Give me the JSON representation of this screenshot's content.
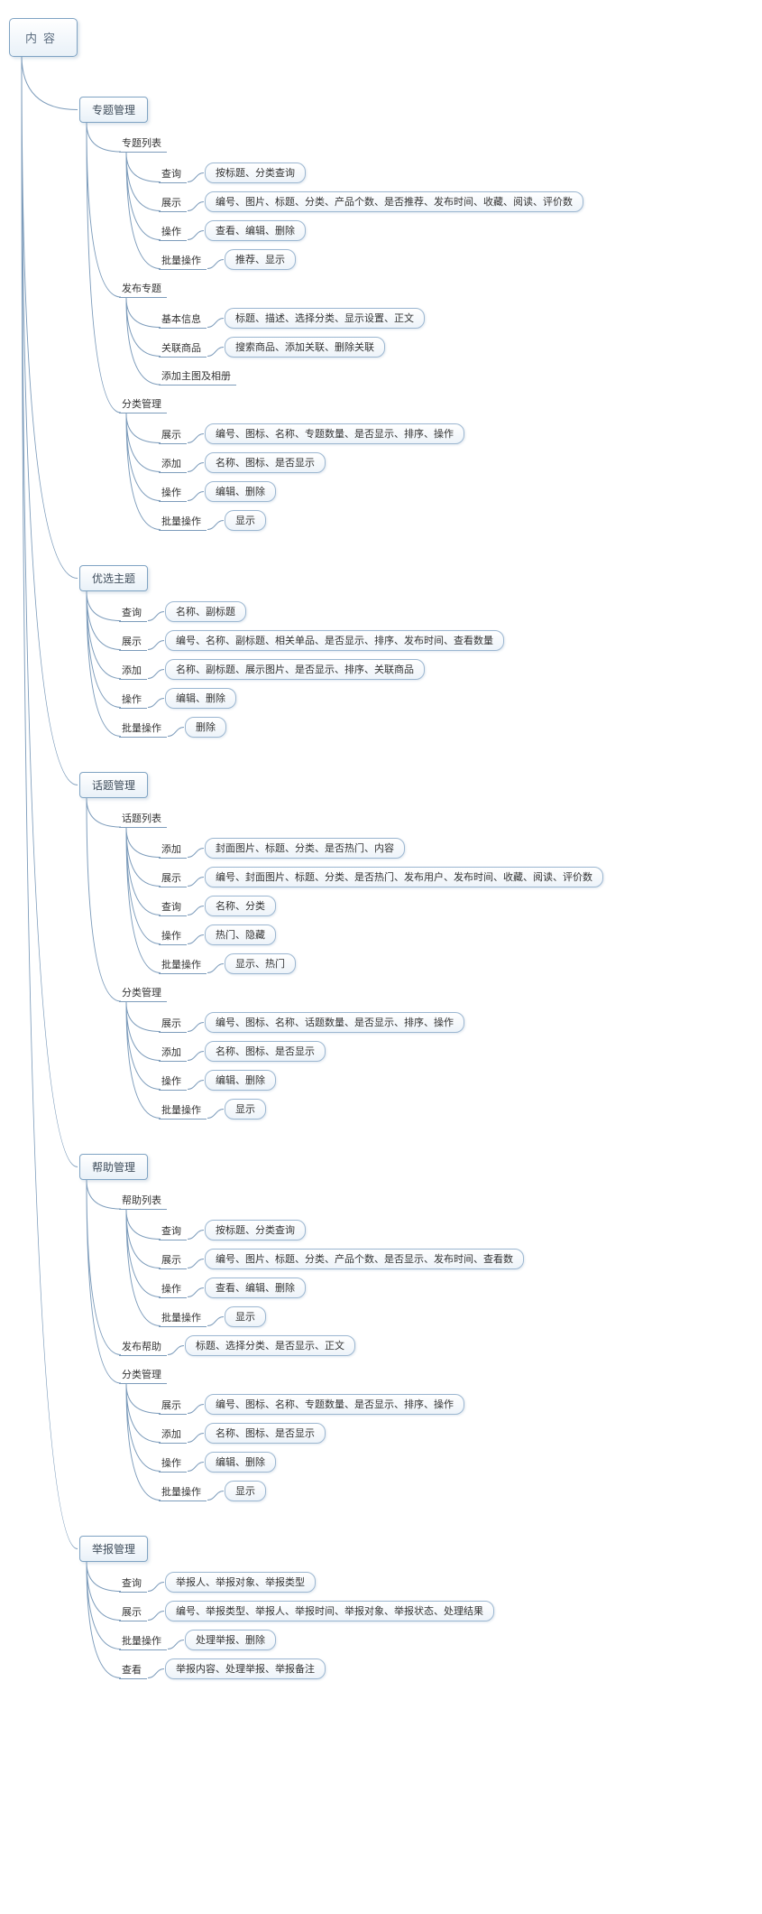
{
  "colors": {
    "line": "#7d9cbb",
    "box_border": "#7fa3c3",
    "box_fill": "#e9f1f8",
    "text": "#333333"
  },
  "tree": {
    "label": "内容",
    "type": "root",
    "children": [
      {
        "label": "专题管理",
        "type": "box",
        "children": [
          {
            "label": "专题列表",
            "type": "label",
            "children": [
              {
                "label": "查询",
                "type": "label",
                "pill": "按标题、分类查询"
              },
              {
                "label": "展示",
                "type": "label",
                "pill": "编号、图片、标题、分类、产品个数、是否推荐、发布时间、收藏、阅读、评价数"
              },
              {
                "label": "操作",
                "type": "label",
                "pill": "查看、编辑、删除"
              },
              {
                "label": "批量操作",
                "type": "label",
                "pill": "推荐、显示"
              }
            ]
          },
          {
            "label": "发布专题",
            "type": "label",
            "children": [
              {
                "label": "基本信息",
                "type": "label",
                "pill": "标题、描述、选择分类、显示设置、正文"
              },
              {
                "label": "关联商品",
                "type": "label",
                "pill": "搜索商品、添加关联、删除关联"
              },
              {
                "label": "添加主图及相册",
                "type": "label"
              }
            ]
          },
          {
            "label": "分类管理",
            "type": "label",
            "children": [
              {
                "label": "展示",
                "type": "label",
                "pill": "编号、图标、名称、专题数量、是否显示、排序、操作"
              },
              {
                "label": "添加",
                "type": "label",
                "pill": "名称、图标、是否显示"
              },
              {
                "label": "操作",
                "type": "label",
                "pill": "编辑、删除"
              },
              {
                "label": "批量操作",
                "type": "label",
                "pill": "显示"
              }
            ]
          }
        ]
      },
      {
        "label": "优选主题",
        "type": "box",
        "children": [
          {
            "label": "查询",
            "type": "label",
            "pill": "名称、副标题"
          },
          {
            "label": "展示",
            "type": "label",
            "pill": "编号、名称、副标题、相关单品、是否显示、排序、发布时间、查看数量"
          },
          {
            "label": "添加",
            "type": "label",
            "pill": "名称、副标题、展示图片、是否显示、排序、关联商品"
          },
          {
            "label": "操作",
            "type": "label",
            "pill": "编辑、删除"
          },
          {
            "label": "批量操作",
            "type": "label",
            "pill": "删除"
          }
        ]
      },
      {
        "label": "话题管理",
        "type": "box",
        "children": [
          {
            "label": "话题列表",
            "type": "label",
            "children": [
              {
                "label": "添加",
                "type": "label",
                "pill": "封面图片、标题、分类、是否热门、内容"
              },
              {
                "label": "展示",
                "type": "label",
                "pill": "编号、封面图片、标题、分类、是否热门、发布用户、发布时间、收藏、阅读、评价数"
              },
              {
                "label": "查询",
                "type": "label",
                "pill": "名称、分类"
              },
              {
                "label": "操作",
                "type": "label",
                "pill": "热门、隐藏"
              },
              {
                "label": "批量操作",
                "type": "label",
                "pill": "显示、热门"
              }
            ]
          },
          {
            "label": "分类管理",
            "type": "label",
            "children": [
              {
                "label": "展示",
                "type": "label",
                "pill": "编号、图标、名称、话题数量、是否显示、排序、操作"
              },
              {
                "label": "添加",
                "type": "label",
                "pill": "名称、图标、是否显示"
              },
              {
                "label": "操作",
                "type": "label",
                "pill": "编辑、删除"
              },
              {
                "label": "批量操作",
                "type": "label",
                "pill": "显示"
              }
            ]
          }
        ]
      },
      {
        "label": "帮助管理",
        "type": "box",
        "children": [
          {
            "label": "帮助列表",
            "type": "label",
            "children": [
              {
                "label": "查询",
                "type": "label",
                "pill": "按标题、分类查询"
              },
              {
                "label": "展示",
                "type": "label",
                "pill": "编号、图片、标题、分类、产品个数、是否显示、发布时间、查看数"
              },
              {
                "label": "操作",
                "type": "label",
                "pill": "查看、编辑、删除"
              },
              {
                "label": "批量操作",
                "type": "label",
                "pill": "显示"
              }
            ]
          },
          {
            "label": "发布帮助",
            "type": "label",
            "pill": "标题、选择分类、是否显示、正文"
          },
          {
            "label": "分类管理",
            "type": "label",
            "children": [
              {
                "label": "展示",
                "type": "label",
                "pill": "编号、图标、名称、专题数量、是否显示、排序、操作"
              },
              {
                "label": "添加",
                "type": "label",
                "pill": "名称、图标、是否显示"
              },
              {
                "label": "操作",
                "type": "label",
                "pill": "编辑、删除"
              },
              {
                "label": "批量操作",
                "type": "label",
                "pill": "显示"
              }
            ]
          }
        ]
      },
      {
        "label": "举报管理",
        "type": "box",
        "children": [
          {
            "label": "查询",
            "type": "label",
            "pill": "举报人、举报对象、举报类型"
          },
          {
            "label": "展示",
            "type": "label",
            "pill": "编号、举报类型、举报人、举报时间、举报对象、举报状态、处理结果"
          },
          {
            "label": "批量操作",
            "type": "label",
            "pill": "处理举报、删除"
          },
          {
            "label": "查看",
            "type": "label",
            "pill": "举报内容、处理举报、举报备注"
          }
        ]
      }
    ]
  }
}
